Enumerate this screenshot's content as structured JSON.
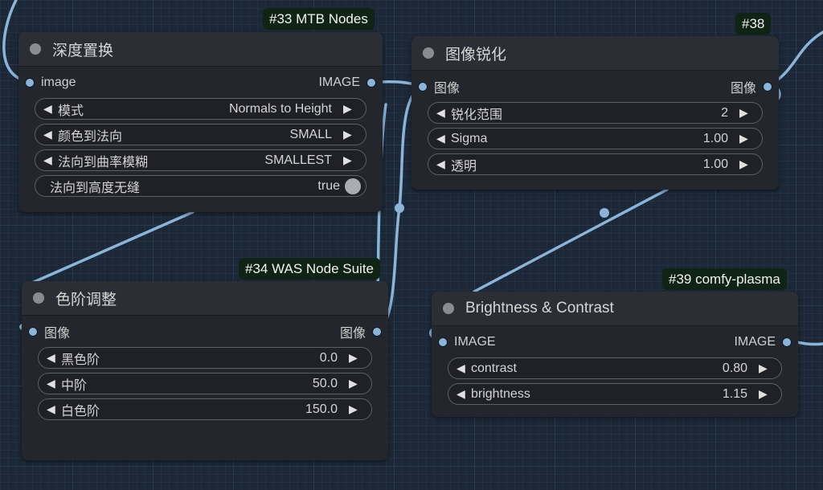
{
  "nodes": [
    {
      "badge": "#33 MTB Nodes",
      "title": "深度置换",
      "input": "image",
      "output": "IMAGE",
      "widgets": [
        {
          "type": "combo",
          "label": "模式",
          "value": "Normals to Height"
        },
        {
          "type": "combo",
          "label": "颜色到法向",
          "value": "SMALL"
        },
        {
          "type": "combo",
          "label": "法向到曲率模糊",
          "value": "SMALLEST"
        },
        {
          "type": "toggle",
          "label": "法向到高度无缝",
          "value": "true"
        }
      ]
    },
    {
      "badge": "#38",
      "title": "图像锐化",
      "input": "图像",
      "output": "图像",
      "widgets": [
        {
          "type": "number",
          "label": "锐化范围",
          "value": "2"
        },
        {
          "type": "number",
          "label": "Sigma",
          "value": "1.00"
        },
        {
          "type": "number",
          "label": "透明",
          "value": "1.00"
        }
      ]
    },
    {
      "badge": "#34 WAS Node Suite",
      "title": "色阶调整",
      "input": "图像",
      "output": "图像",
      "widgets": [
        {
          "type": "number",
          "label": "黑色阶",
          "value": "0.0"
        },
        {
          "type": "number",
          "label": "中阶",
          "value": "50.0"
        },
        {
          "type": "number",
          "label": "白色阶",
          "value": "150.0"
        }
      ]
    },
    {
      "badge": "#39 comfy-plasma",
      "title": "Brightness & Contrast",
      "input": "IMAGE",
      "output": "IMAGE",
      "widgets": [
        {
          "type": "number",
          "label": "contrast",
          "value": "0.80"
        },
        {
          "type": "number",
          "label": "brightness",
          "value": "1.15"
        }
      ]
    }
  ],
  "colors": {
    "wire": "#8cb4d8",
    "badge_bg": "#0f2415",
    "node_bg": "#24262d"
  }
}
